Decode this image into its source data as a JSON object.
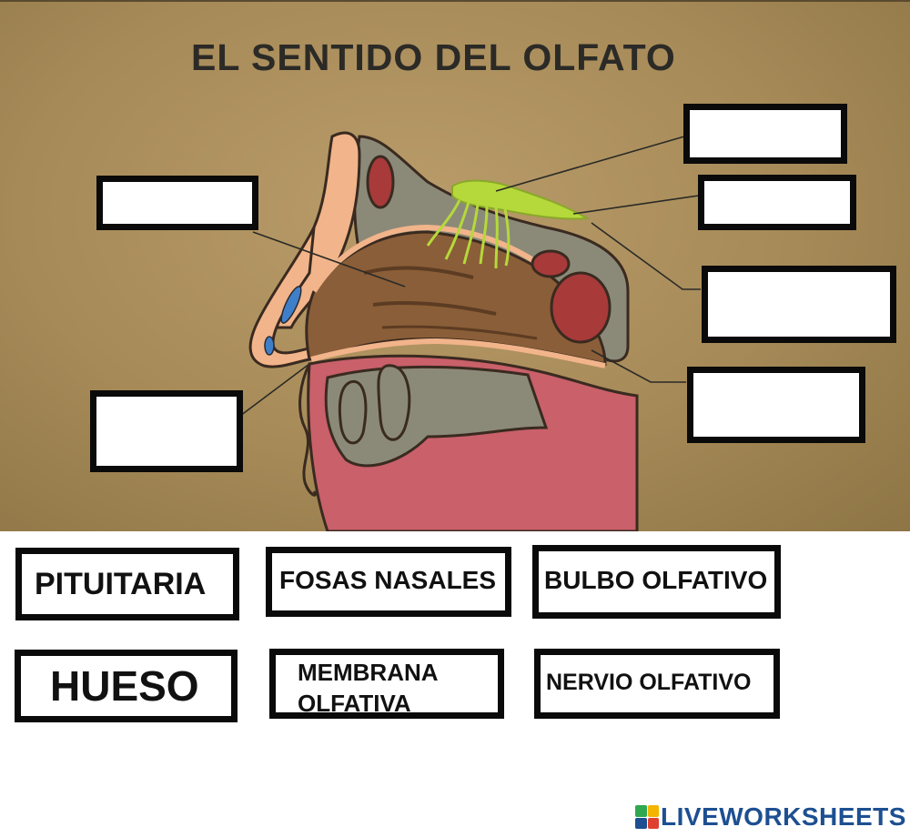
{
  "title": "EL SENTIDO DEL OLFATO",
  "answer_boxes": [
    "",
    "",
    "",
    "",
    "",
    ""
  ],
  "word_bank": [
    "PITUITARIA",
    "FOSAS NASALES",
    "BULBO OLFATIVO",
    "HUESO",
    "MEMBRANA OLFATIVA",
    "NERVIO OLFATIVO"
  ],
  "brand": "LIVEWORKSHEETS",
  "colors": {
    "background": "#a68a58",
    "skin": "#f2b48a",
    "bone": "#8b8a78",
    "cavity": "#8a5e38",
    "nerve": "#b5d93a",
    "sinus": "#a83a3a",
    "fluid": "#3f7fc9",
    "brand": "#1d4f91"
  },
  "icons": [
    "liveworksheets-logo-icon"
  ]
}
